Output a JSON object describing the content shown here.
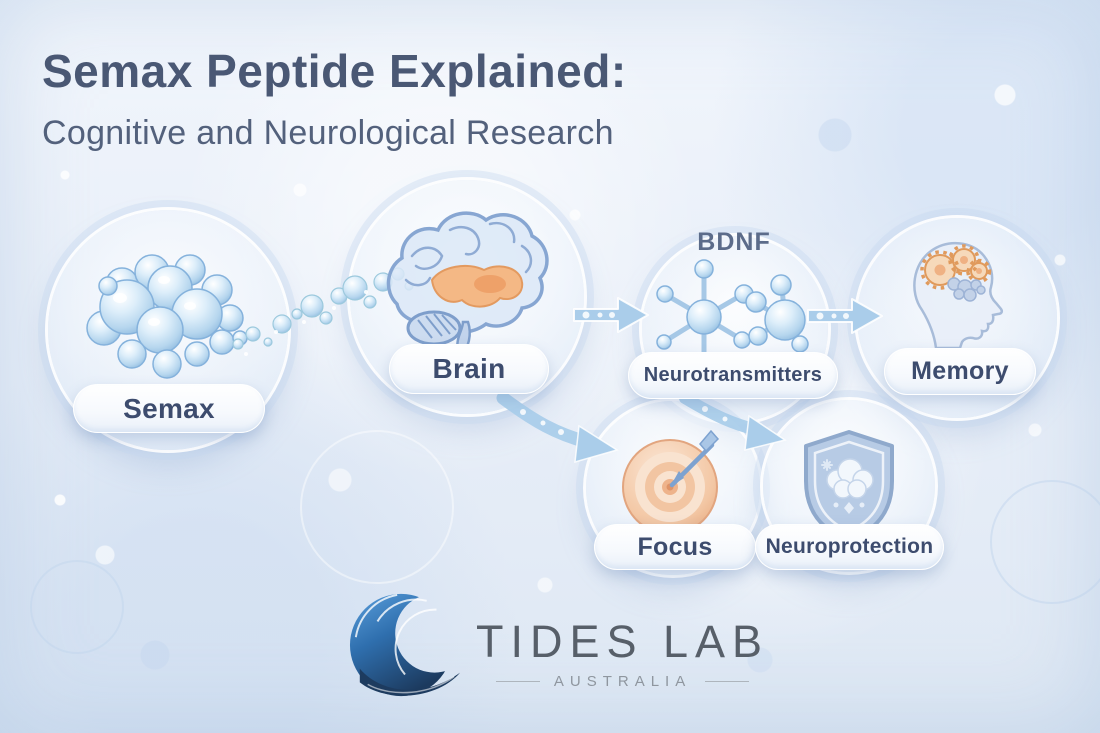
{
  "header": {
    "title": "Semax Peptide Explained:",
    "subtitle": "Cognitive and Neurological Research"
  },
  "diagram": {
    "nodes": [
      {
        "id": "semax",
        "label": "Semax",
        "icon": "molecule-cluster-icon"
      },
      {
        "id": "brain",
        "label": "Brain",
        "icon": "brain-icon"
      },
      {
        "id": "neurotransmitters",
        "label": "Neurotransmitters",
        "annotation": "BDNF",
        "icon": "neurotransmitter-molecules-icon"
      },
      {
        "id": "memory",
        "label": "Memory",
        "icon": "head-with-gears-icon"
      },
      {
        "id": "focus",
        "label": "Focus",
        "icon": "target-arrow-icon"
      },
      {
        "id": "neuroprotection",
        "label": "Neuroprotection",
        "icon": "shield-brain-icon"
      }
    ],
    "edges": [
      {
        "from": "semax",
        "to": "brain",
        "style": "bubble-trail"
      },
      {
        "from": "brain",
        "to": "neurotransmitters",
        "style": "arrow-right"
      },
      {
        "from": "neurotransmitters",
        "to": "memory",
        "style": "arrow-right"
      },
      {
        "from": "brain",
        "to": "focus",
        "style": "curved-arrow-down"
      },
      {
        "from": "neurotransmitters",
        "to": "neuroprotection",
        "style": "curved-arrow-down"
      }
    ]
  },
  "logo": {
    "brand": "TIDES LAB",
    "region": "AUSTRALIA"
  },
  "colors": {
    "title_text": "#4a5874",
    "label_text": "#3d4c6e",
    "annotation_text": "#5c6c8a",
    "arrow": "#aacdea",
    "accent_orange": "#f0a868",
    "logo_blue": "#2f6fae",
    "background": "#eaf0f9"
  }
}
